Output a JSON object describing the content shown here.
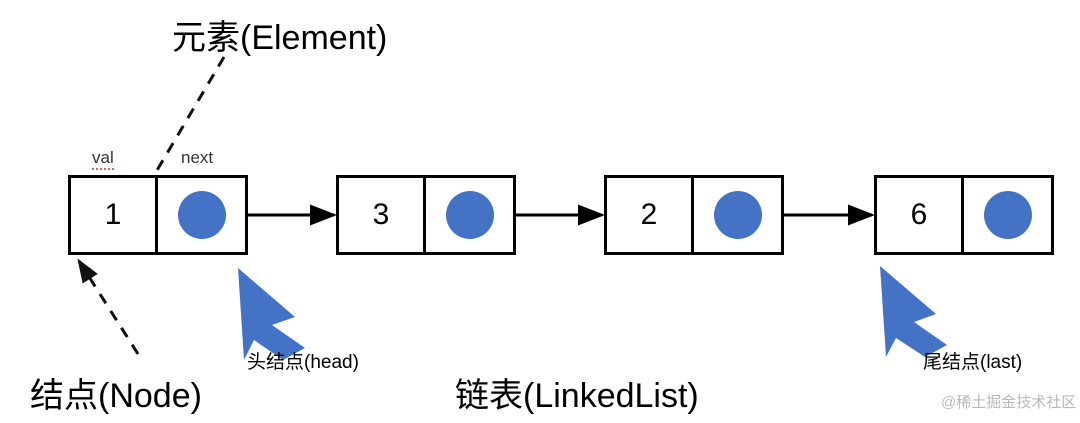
{
  "diagram": {
    "title_callout": "元素(Element)",
    "field_labels": {
      "val": "val",
      "next": "next"
    },
    "nodes": [
      {
        "value": "1",
        "pointer_icon": "filled-circle-pointer",
        "has_next_arrow": true
      },
      {
        "value": "3",
        "pointer_icon": "filled-circle-pointer",
        "has_next_arrow": true
      },
      {
        "value": "2",
        "pointer_icon": "filled-circle-pointer",
        "has_next_arrow": true
      },
      {
        "value": "6",
        "pointer_icon": "filled-circle-pointer",
        "has_next_arrow": false
      }
    ],
    "annotations": {
      "node_label": "结点(Node)",
      "head_label": "头结点(head)",
      "last_label": "尾结点(last)",
      "linkedlist_label": "链表(LinkedList)"
    },
    "watermark": "@稀土掘金技术社区",
    "colors": {
      "accent_blue": "#4472C4",
      "stroke_black": "#000000",
      "background": "#ffffff",
      "watermark_gray": "#b9b9b9",
      "spellcheck_red": "#e06060"
    }
  }
}
